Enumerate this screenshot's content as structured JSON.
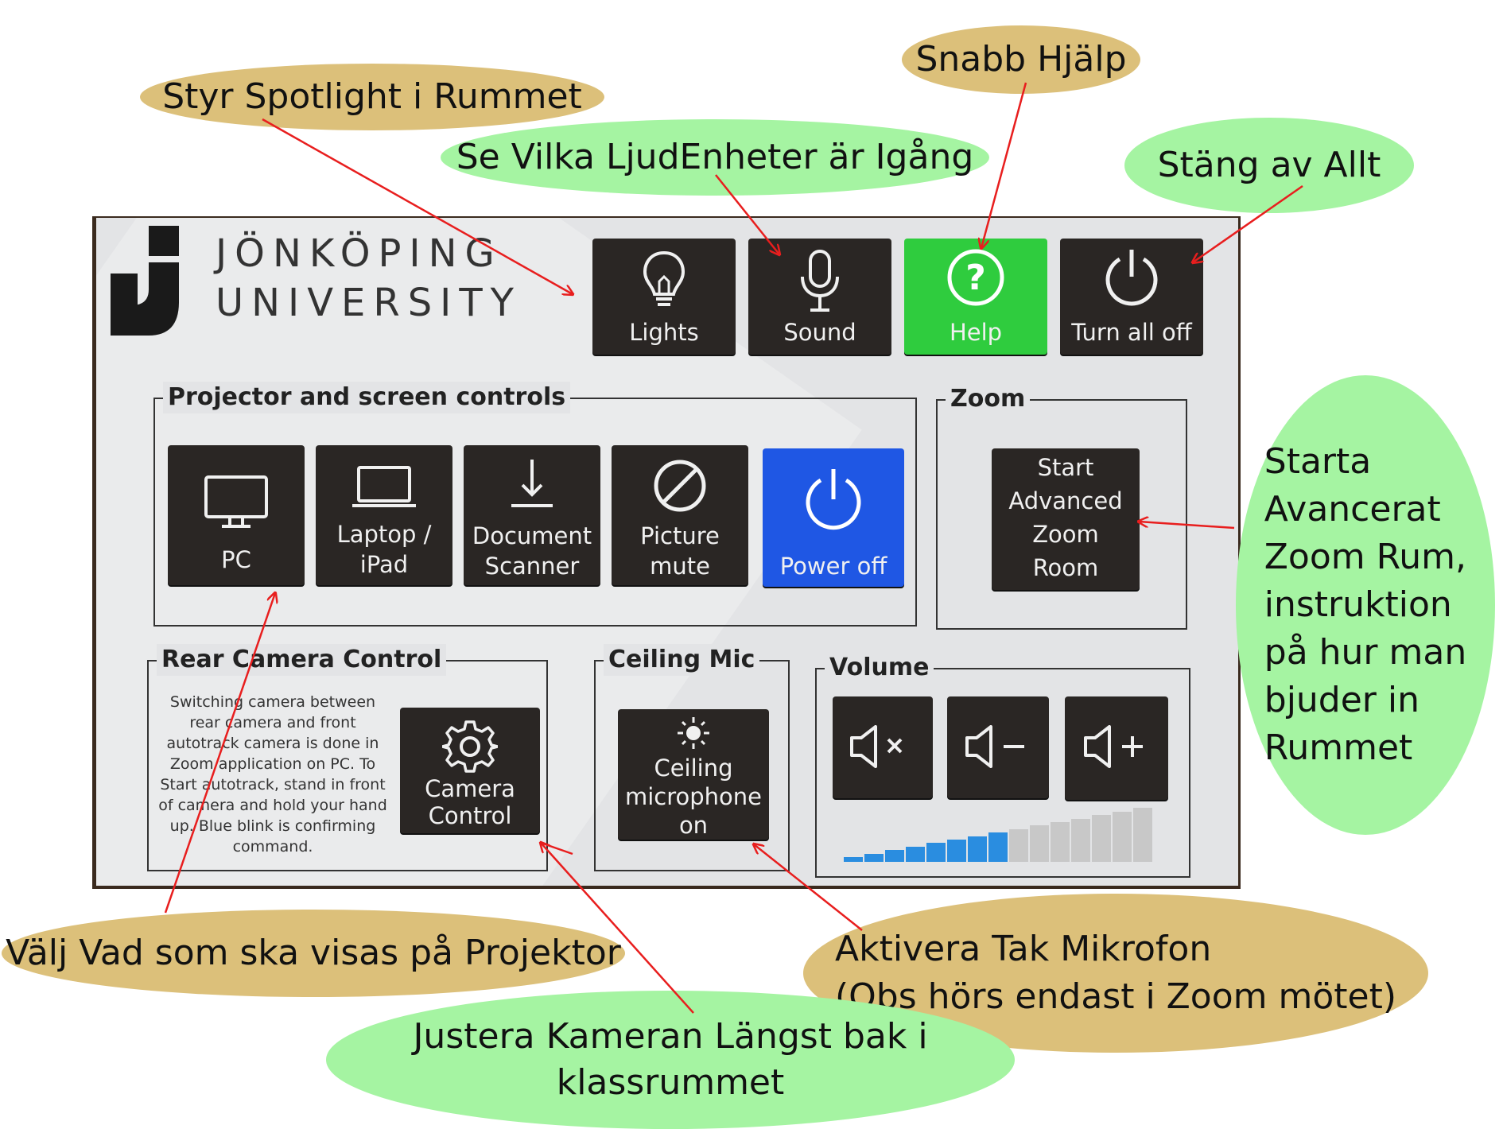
{
  "logo": {
    "line1": "JÖNKÖPING",
    "line2": "UNIVERSITY"
  },
  "top_buttons": [
    {
      "label": "Lights",
      "icon": "lightbulb-icon"
    },
    {
      "label": "Sound",
      "icon": "microphone-icon"
    },
    {
      "label": "Help",
      "icon": "help-icon",
      "color": "#2fcc3e"
    },
    {
      "label": "Turn all off",
      "icon": "power-icon"
    }
  ],
  "projector": {
    "title": "Projector and screen controls",
    "sources": [
      {
        "label": "PC",
        "icon": "monitor-icon"
      },
      {
        "label": "Laptop / iPad",
        "line1": "Laptop /",
        "line2": "iPad",
        "icon": "laptop-icon"
      },
      {
        "label": "Document Scanner",
        "line1": "Document",
        "line2": "Scanner",
        "icon": "download-arrow-icon"
      },
      {
        "label": "Picture mute",
        "line1": "Picture",
        "line2": "mute",
        "icon": "prohibited-icon"
      },
      {
        "label": "Power off",
        "icon": "power-icon",
        "color": "#1f57e4"
      }
    ]
  },
  "zoom": {
    "title": "Zoom",
    "button": {
      "line1": "Start",
      "line2": "Advanced",
      "line3": "Zoom",
      "line4": "Room"
    }
  },
  "rear_camera": {
    "title": "Rear Camera Control",
    "info_lines": [
      "Switching camera between",
      "rear camera and front",
      "autotrack camera is done in",
      "Zoom application on PC. To",
      "Start autotrack, stand in front",
      "of camera and hold your hand",
      "up. Blue blink is confirming",
      "command."
    ],
    "button": {
      "line1": "Camera",
      "line2": "Control",
      "icon": "gear-icon"
    }
  },
  "ceiling_mic": {
    "title": "Ceiling Mic",
    "button": {
      "line1": "Ceiling",
      "line2": "microphone",
      "line3": "on",
      "icon": "sun-icon"
    }
  },
  "volume": {
    "title": "Volume",
    "buttons": [
      {
        "name": "mute",
        "icon": "speaker-mute-icon"
      },
      {
        "name": "down",
        "icon": "speaker-minus-icon"
      },
      {
        "name": "up",
        "icon": "speaker-plus-icon"
      }
    ],
    "level_active": 8,
    "level_total": 15,
    "active_color": "#2a8de0",
    "inactive_color": "#c8c8c8"
  },
  "callouts": {
    "spotlight": "Styr Spotlight i Rummet",
    "help": "Snabb Hjälp",
    "sound": "Se Vilka LjudEnheter är Igång",
    "all_off": "Stäng av Allt",
    "zoom_lines": [
      "Starta",
      "Avancerat",
      "Zoom Rum,",
      "instruktion",
      "på hur man",
      "bjuder in",
      "Rummet"
    ],
    "projector": "Välj Vad som ska visas på Projektor",
    "ceiling_line1": "Aktivera Tak Mikrofon",
    "ceiling_line2": "(Obs hörs endast i Zoom mötet)",
    "camera_line1": "Justera Kameran Längst bak i",
    "camera_line2": "klassrummet"
  }
}
